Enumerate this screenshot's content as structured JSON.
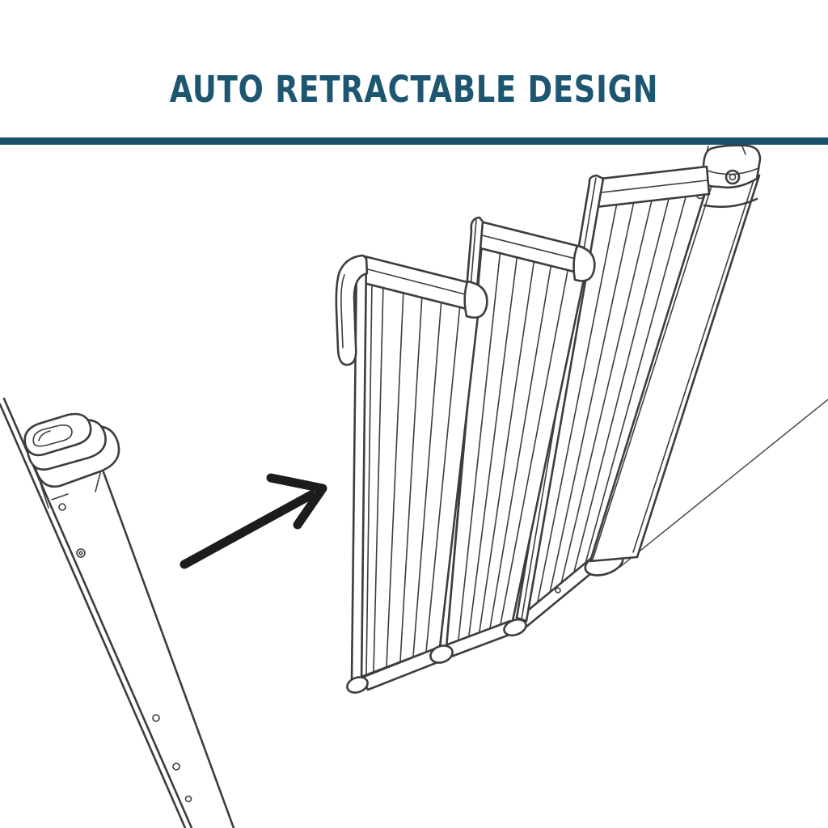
{
  "page": {
    "background_color": "#ffffff",
    "title": "AUTO RETRACTABLE DESIGN",
    "title_color": "#1d5671",
    "divider_color": "#18506c"
  },
  "illustration": {
    "line_color": "#3d3d3d",
    "arrow_color": "#1c1c1c",
    "parts": {
      "left_pole": "wall-mounting-pole",
      "arrow": "retract-direction-arrow",
      "folded_gate": "accordion-folded-gate-mesh",
      "right_post": "gate-roller-post",
      "wall_line": "wall-edge-line"
    }
  }
}
